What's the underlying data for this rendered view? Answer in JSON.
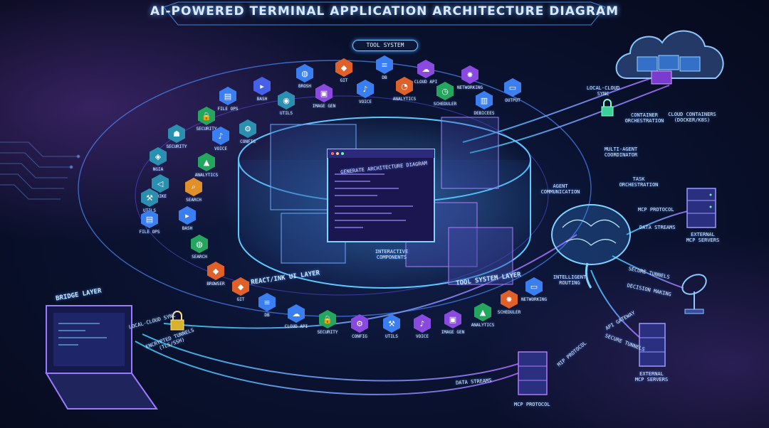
{
  "title": "AI-POWERED TERMINAL APPLICATION ARCHITECTURE DIAGRAM",
  "tool_system_badge": "TOOL SYSTEM",
  "layers": {
    "react_ink": "REACT/INK UI LAYER",
    "tool_system_layer": "TOOL SYSTEM LAYER",
    "bridge": "BRIDGE LAYER"
  },
  "center": {
    "terminal_header": "GENERATE ARCHITECTURE DIAGRAM",
    "interactive_components": "INTERACTIVE COMPONENTS"
  },
  "outer_ring_tools": [
    {
      "label": "SECURITY",
      "icon": "lock-icon",
      "glyph": "🔒",
      "color": "#25a65f"
    },
    {
      "label": "FILE OPS",
      "icon": "file-icon",
      "glyph": "▤",
      "color": "#3a7ef0"
    },
    {
      "label": "BASH",
      "icon": "terminal-icon",
      "glyph": "▸",
      "color": "#4661e8"
    },
    {
      "label": "BROSH",
      "icon": "globe-icon",
      "glyph": "◍",
      "color": "#3a7ef0"
    },
    {
      "label": "GIT",
      "icon": "git-icon",
      "glyph": "◆",
      "color": "#e0602a"
    },
    {
      "label": "DB",
      "icon": "database-icon",
      "glyph": "≡",
      "color": "#3a7ef0"
    },
    {
      "label": "CLOUD API",
      "icon": "cloud-icon",
      "glyph": "☁",
      "color": "#8a4ae0"
    },
    {
      "label": "NETWORKING",
      "icon": "network-icon",
      "glyph": "✸",
      "color": "#8a4ae0"
    },
    {
      "label": "OUTPUT",
      "icon": "printer-icon",
      "glyph": "▭",
      "color": "#3a7ef0"
    },
    {
      "label": "SECURITY",
      "icon": "robot-icon",
      "glyph": "☗",
      "color": "#2b8fb0"
    },
    {
      "label": "NGIA",
      "icon": "node-icon",
      "glyph": "◈",
      "color": "#2b8fb0"
    },
    {
      "label": "VOIKE",
      "icon": "speaker-icon",
      "glyph": "◁",
      "color": "#2b8fb0"
    },
    {
      "label": "UTILS",
      "icon": "tools-icon",
      "glyph": "⚒",
      "color": "#2b8fb0"
    },
    {
      "label": "FILE OPS",
      "icon": "folder-icon",
      "glyph": "▤",
      "color": "#3a7ef0"
    }
  ],
  "inner_ring_tools": [
    {
      "label": "CONFIG",
      "icon": "gear-icon",
      "glyph": "⚙",
      "color": "#2b8fb0"
    },
    {
      "label": "UTILS",
      "icon": "camera-icon",
      "glyph": "◉",
      "color": "#2b8fb0"
    },
    {
      "label": "IMAGE GEN",
      "icon": "image-icon",
      "glyph": "▣",
      "color": "#8a4ae0"
    },
    {
      "label": "VOICE",
      "icon": "mic-icon",
      "glyph": "♪",
      "color": "#3a7ef0"
    },
    {
      "label": "ANALYTICS",
      "icon": "analytics-icon",
      "glyph": "◔",
      "color": "#e0602a"
    },
    {
      "label": "SCHEDULER",
      "icon": "clock-icon",
      "glyph": "◷",
      "color": "#25a65f"
    },
    {
      "label": "DEBICEES",
      "icon": "device-icon",
      "glyph": "▥",
      "color": "#3a7ef0"
    },
    {
      "label": "VOICE",
      "icon": "mic-icon",
      "glyph": "♪",
      "color": "#3a7ef0"
    },
    {
      "label": "ANALYTICS",
      "icon": "chart-icon",
      "glyph": "▲",
      "color": "#25a65f"
    },
    {
      "label": "SEARCH",
      "icon": "search-icon",
      "glyph": "⌕",
      "color": "#e0902a"
    },
    {
      "label": "BASH",
      "icon": "terminal-icon",
      "glyph": "▸",
      "color": "#3a7ef0"
    },
    {
      "label": "SEARCH",
      "icon": "globe-icon",
      "glyph": "◍",
      "color": "#25a65f"
    },
    {
      "label": "BROWSER",
      "icon": "git-icon",
      "glyph": "◆",
      "color": "#e0602a"
    }
  ],
  "bottom_ring_tools": [
    {
      "label": "GIT",
      "icon": "git-icon",
      "glyph": "◆",
      "color": "#e0602a"
    },
    {
      "label": "DB",
      "icon": "database-icon",
      "glyph": "≡",
      "color": "#3a7ef0"
    },
    {
      "label": "CLOUD API",
      "icon": "cloud-icon",
      "glyph": "☁",
      "color": "#3a7ef0"
    },
    {
      "label": "SECURITY",
      "icon": "lock-icon",
      "glyph": "🔒",
      "color": "#25a65f"
    },
    {
      "label": "CONFIG",
      "icon": "gear-icon",
      "glyph": "⚙",
      "color": "#8a4ae0"
    },
    {
      "label": "UTILS",
      "icon": "wrench-icon",
      "glyph": "⚒",
      "color": "#3a7ef0"
    },
    {
      "label": "VOICE",
      "icon": "mic-icon",
      "glyph": "♪",
      "color": "#8a4ae0"
    },
    {
      "label": "IMAGE GEN",
      "icon": "image-icon",
      "glyph": "▣",
      "color": "#8a4ae0"
    },
    {
      "label": "ANALYTICS",
      "icon": "chart-icon",
      "glyph": "▲",
      "color": "#25a65f"
    },
    {
      "label": "SCHEDULER",
      "icon": "network-icon",
      "glyph": "✸",
      "color": "#e0602a"
    },
    {
      "label": "NETWORKING",
      "icon": "printer-icon",
      "glyph": "▭",
      "color": "#3a7ef0"
    }
  ],
  "right_labels": {
    "local_cloud_sync_top": "LOCAL-CLOUD SYNC",
    "container_orchestration": "CONTAINER ORCHESTRATION",
    "cloud_containers": "CLOUD CONTAINERS (DOCKER/K8S)",
    "multi_agent": "MULTI-AGENT COORDINATOR",
    "task_orchestration": "TASK ORCHESTRATION",
    "agent_communication": "AGENT COMMUNICATION",
    "mcp_protocol_right": "MCP PROTOCOL",
    "data_streams_right": "DATA STREAMS",
    "external_mcp_top": "EXTERNAL MCP SERVERS",
    "intelligent_routing": "INTELLIGENT ROUTING",
    "secure_tunnels_right": "SECURE TUNNELS",
    "decision_making": "DECISION MAKING",
    "api_gateway": "API GATEWAY",
    "secure_tunnels_bottom": "SECURE TUNNELS",
    "external_mcp_bottom": "EXTERNAL MCP SERVERS",
    "mip_protocol": "MIP PROTOCOL",
    "mcp_protocol_bottom": "MCP PROTOCOL",
    "data_streams_bottom": "DATA STREAMS"
  },
  "left_labels": {
    "local_cloud_sync": "LOCAL-CLOUD SYNC",
    "encrypted_tunnels": "ENCRYPTED TUNNELS (TLS/SSH)"
  }
}
